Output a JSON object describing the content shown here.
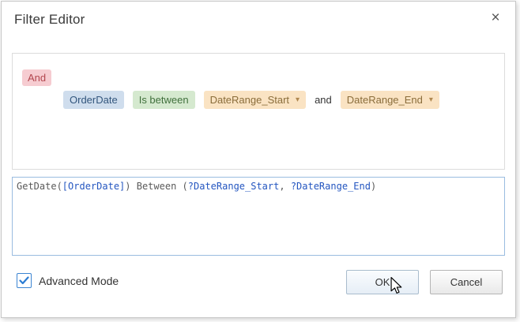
{
  "dialog": {
    "title": "Filter Editor",
    "close_glyph": "×"
  },
  "filter_builder": {
    "group_operator": "And",
    "condition": {
      "field": "OrderDate",
      "operator": "Is between",
      "value_start": "DateRange_Start",
      "joiner": "and",
      "value_end": "DateRange_End",
      "chevron_glyph": "▾"
    }
  },
  "expression": {
    "segments": [
      {
        "text": "GetDate(",
        "color": "#5a5a5a"
      },
      {
        "text": "[OrderDate]",
        "color": "#2456c0"
      },
      {
        "text": ") Between (",
        "color": "#5a5a5a"
      },
      {
        "text": "?DateRange_Start",
        "color": "#2456c0"
      },
      {
        "text": ", ",
        "color": "#5a5a5a"
      },
      {
        "text": "?DateRange_End",
        "color": "#2456c0"
      },
      {
        "text": ")",
        "color": "#5a5a5a"
      }
    ]
  },
  "footer": {
    "advanced_mode_label": "Advanced Mode",
    "advanced_mode_checked": true,
    "ok_label": "OK",
    "cancel_label": "Cancel"
  },
  "colors": {
    "and_chip_bg": "#f6ccd1",
    "and_chip_text": "#b2464e",
    "field_chip_bg": "#cfdded",
    "field_chip_text": "#33567d",
    "operator_chip_bg": "#d5e9cf",
    "operator_chip_text": "#40703c",
    "value_chip_bg": "#fae3c3",
    "value_chip_text": "#8a6d3b",
    "expression_border": "#9abce0",
    "token_blue": "#2456c0",
    "checkbox_accent": "#2b7cd3"
  }
}
